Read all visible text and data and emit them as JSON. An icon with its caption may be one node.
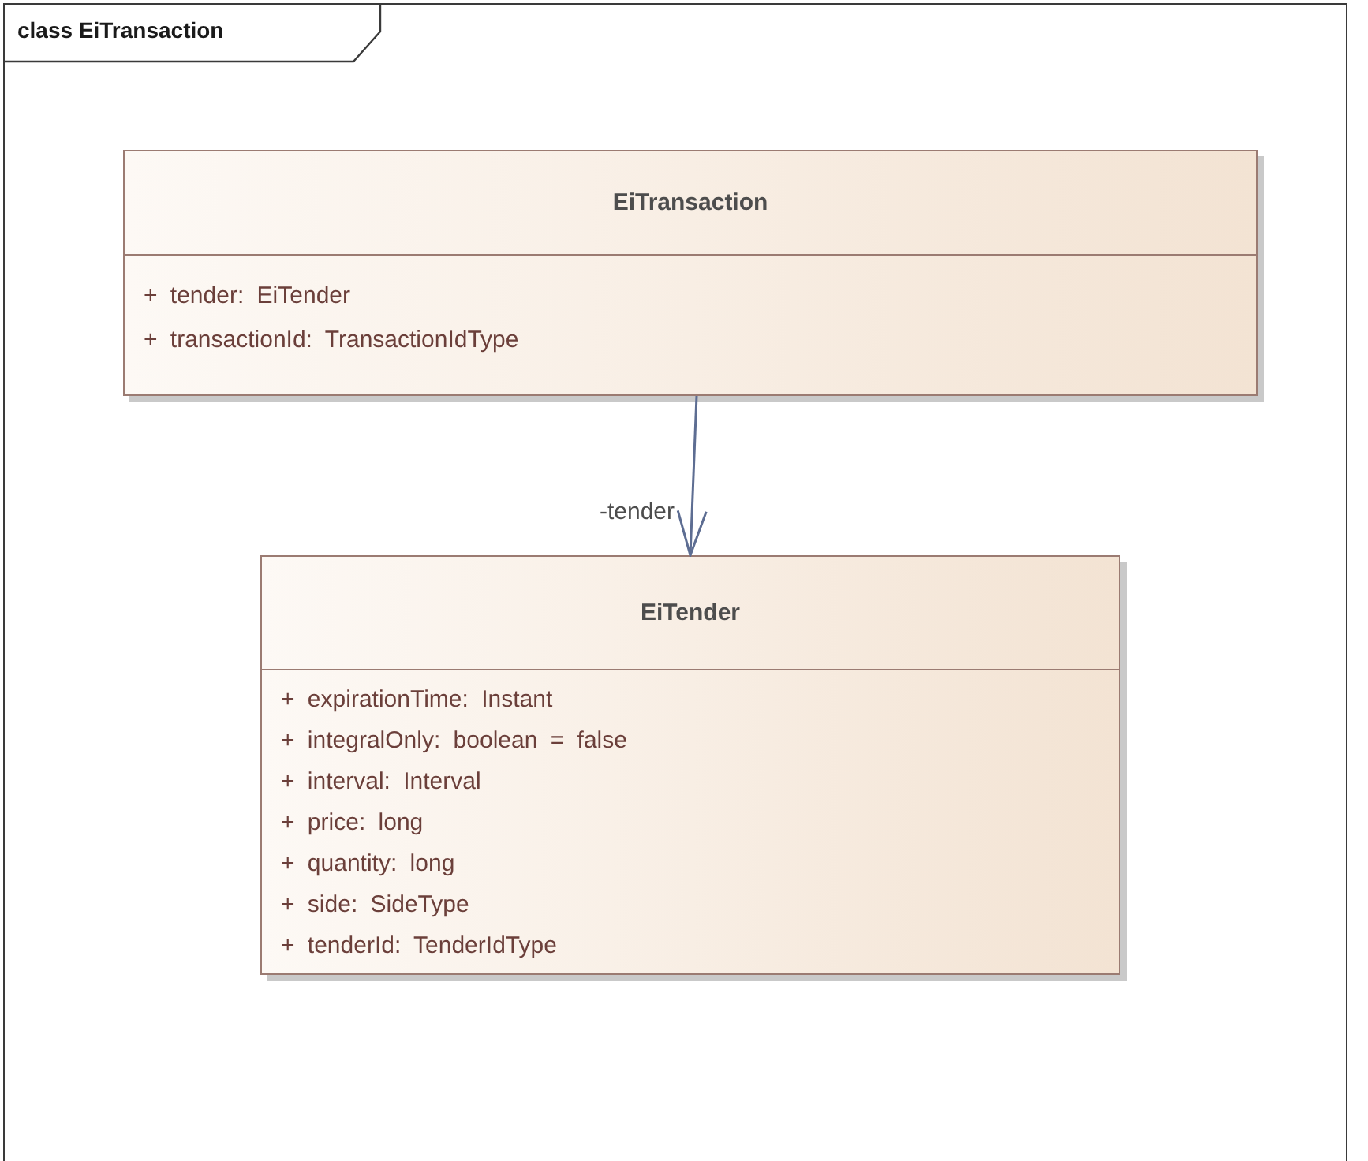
{
  "diagram": {
    "nodes": [
      {
        "text": [
          "class EiTransaction"
        ]
      },
      {
        "text": [
          "EiTransaction",
          "+ tender: EiTender",
          "+ transactionId: TransactionIdType"
        ],
        "in": 0
      },
      {
        "text": [
          "EiTender",
          "+ expirationTime: Instant",
          "+ integralOnly: boolean = false",
          "+ interval: Interval",
          "+ price: long",
          "+ quantity: long",
          "+ side: SideType",
          "+ tenderId: TenderIdType"
        ],
        "in": 0
      }
    ],
    "edges": [
      {
        "from": 1,
        "to": 2,
        "arrow": "to",
        "label": "-tender"
      }
    ]
  }
}
